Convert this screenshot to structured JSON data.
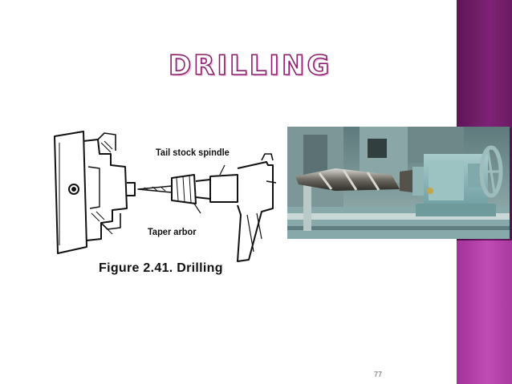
{
  "slide": {
    "title": "DRILLING",
    "page_number": "77"
  },
  "figure": {
    "label_tailstock": "Tail stock spindle",
    "label_taper": "Taper arbor",
    "caption": "Figure 2.41. Drilling"
  },
  "colors": {
    "accent_purple": "#8b1f6e",
    "side_bar": "#9a2c8c",
    "machine_teal": "#7fb0b4"
  }
}
